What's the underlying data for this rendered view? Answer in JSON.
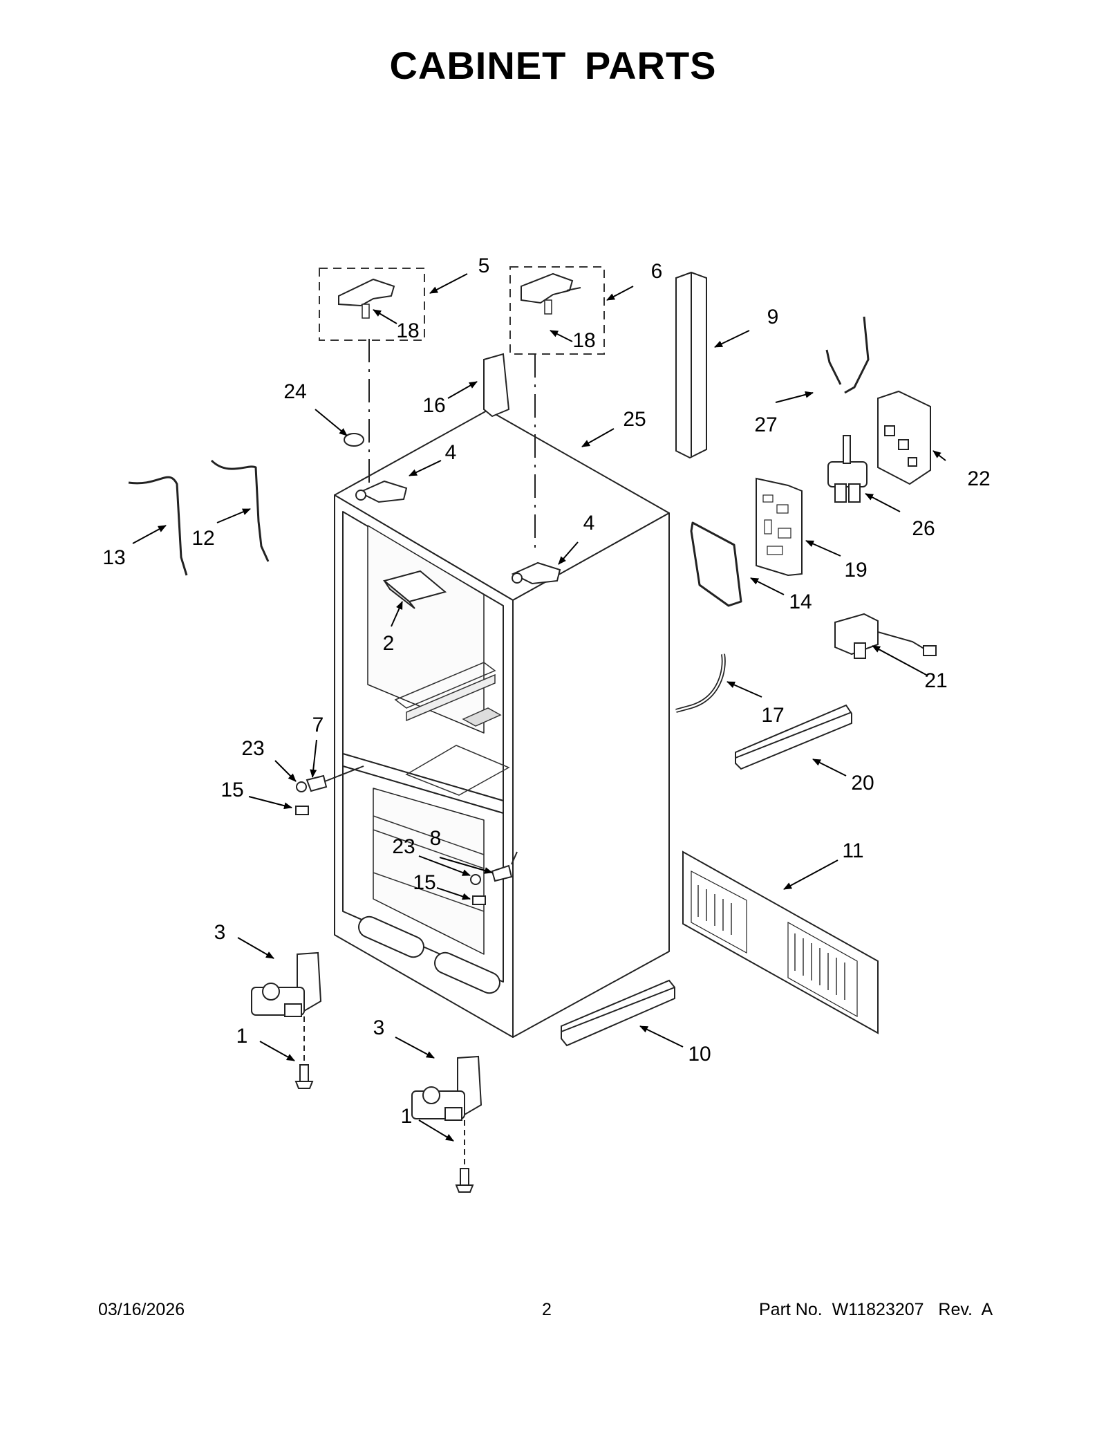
{
  "header": {
    "title": "CABINET PARTS"
  },
  "footer": {
    "date": "03/16/2026",
    "page": "2",
    "part_number": "Part No.  W11823207   Rev.  A"
  },
  "callouts": [
    {
      "id": "c5",
      "label": "5"
    },
    {
      "id": "c6",
      "label": "6"
    },
    {
      "id": "c18a",
      "label": "18"
    },
    {
      "id": "c18b",
      "label": "18"
    },
    {
      "id": "c9",
      "label": "9"
    },
    {
      "id": "c24",
      "label": "24"
    },
    {
      "id": "c16",
      "label": "16"
    },
    {
      "id": "c25",
      "label": "25"
    },
    {
      "id": "c27",
      "label": "27"
    },
    {
      "id": "c4a",
      "label": "4"
    },
    {
      "id": "c22",
      "label": "22"
    },
    {
      "id": "c26",
      "label": "26"
    },
    {
      "id": "c13",
      "label": "13"
    },
    {
      "id": "c12",
      "label": "12"
    },
    {
      "id": "c4b",
      "label": "4"
    },
    {
      "id": "c19",
      "label": "19"
    },
    {
      "id": "c14",
      "label": "14"
    },
    {
      "id": "c2",
      "label": "2"
    },
    {
      "id": "c21",
      "label": "21"
    },
    {
      "id": "c17",
      "label": "17"
    },
    {
      "id": "c7",
      "label": "7"
    },
    {
      "id": "c23a",
      "label": "23"
    },
    {
      "id": "c15a",
      "label": "15"
    },
    {
      "id": "c20",
      "label": "20"
    },
    {
      "id": "c8",
      "label": "8"
    },
    {
      "id": "c23b",
      "label": "23"
    },
    {
      "id": "c15b",
      "label": "15"
    },
    {
      "id": "c11",
      "label": "11"
    },
    {
      "id": "c3a",
      "label": "3"
    },
    {
      "id": "c1a",
      "label": "1"
    },
    {
      "id": "c3b",
      "label": "3"
    },
    {
      "id": "c10",
      "label": "10"
    },
    {
      "id": "c1b",
      "label": "1"
    }
  ]
}
